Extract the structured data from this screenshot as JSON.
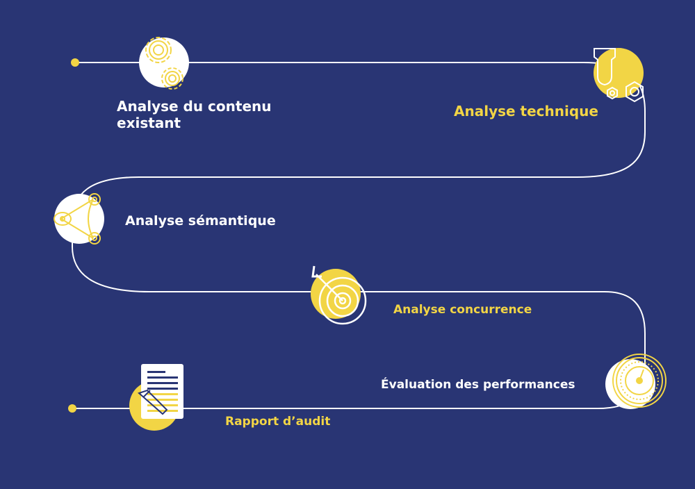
{
  "colors": {
    "background": "#293574",
    "accent": "#f2d545",
    "line": "#ffffff",
    "circle_light": "#ffffff"
  },
  "steps": [
    {
      "label_line1": "Analyse du contenu",
      "label_line2": "existant",
      "icon": "gears-icon",
      "circle": "white",
      "label_color": "white"
    },
    {
      "label": "Analyse technique",
      "icon": "wrench-hex-nut-icon",
      "circle": "yellow",
      "label_color": "yellow"
    },
    {
      "label": "Analyse sémantique",
      "icon": "network-nodes-icon",
      "circle": "white",
      "label_color": "white"
    },
    {
      "label": "Analyse concurrence",
      "icon": "target-arrow-icon",
      "circle": "yellow",
      "label_color": "yellow"
    },
    {
      "label": "Évaluation des performances",
      "icon": "speedometer-icon",
      "circle": "white",
      "label_color": "white"
    },
    {
      "label": "Rapport d’audit",
      "icon": "document-pencil-icon",
      "circle": "yellow",
      "label_color": "yellow"
    }
  ]
}
